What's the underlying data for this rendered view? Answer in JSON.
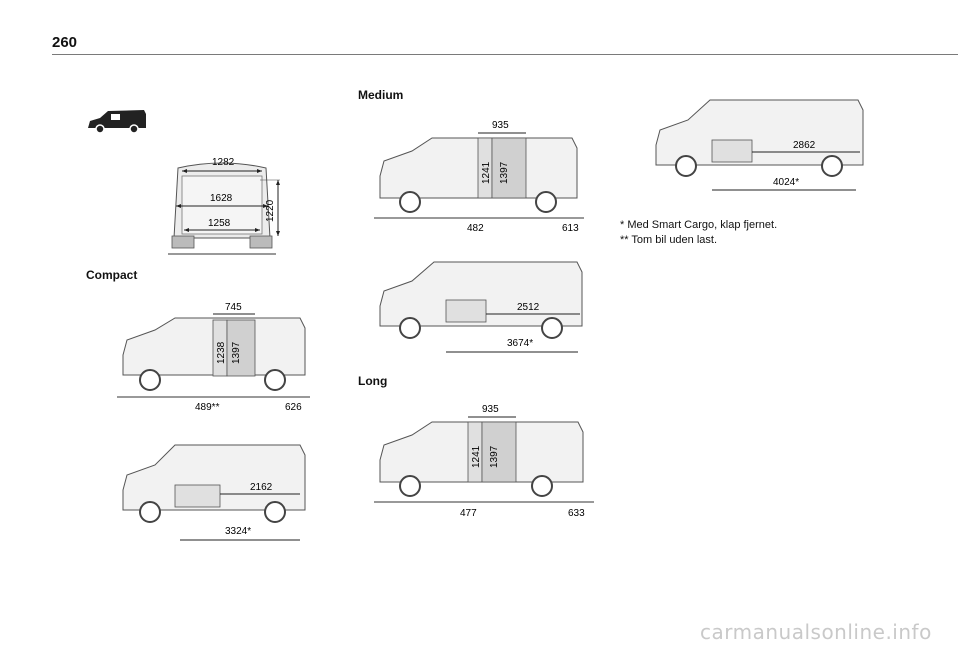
{
  "page": {
    "number": "260"
  },
  "sections": {
    "compact": "Compact",
    "medium": "Medium",
    "long": "Long"
  },
  "icons": {
    "van_silhouette": "van-silhouette-icon"
  },
  "rear_view": {
    "top_width": "1282",
    "inner_width": "1628",
    "floor_width": "1258",
    "height": "1220"
  },
  "compact_side": {
    "partition_width": "745",
    "inner_height": "1238",
    "total_height": "1397",
    "front_offset": "489**",
    "floor_height": "626"
  },
  "compact_cargo": {
    "cargo_length": "2162",
    "smart_cargo_length": "3324*"
  },
  "medium_side": {
    "partition_width": "935",
    "inner_height": "1241",
    "total_height": "1397",
    "front_offset": "482",
    "floor_height": "613"
  },
  "medium_cargo": {
    "cargo_length": "2512",
    "smart_cargo_length": "3674*"
  },
  "long_side": {
    "partition_width": "935",
    "inner_height": "1241",
    "total_height": "1397",
    "front_offset": "477",
    "floor_height": "633"
  },
  "long_cargo": {
    "cargo_length": "2862",
    "smart_cargo_length": "4024*"
  },
  "notes": {
    "note1": "* Med Smart Cargo, klap fjernet.",
    "note2": "** Tom bil uden last."
  },
  "watermark": "carmanualsonline.info"
}
